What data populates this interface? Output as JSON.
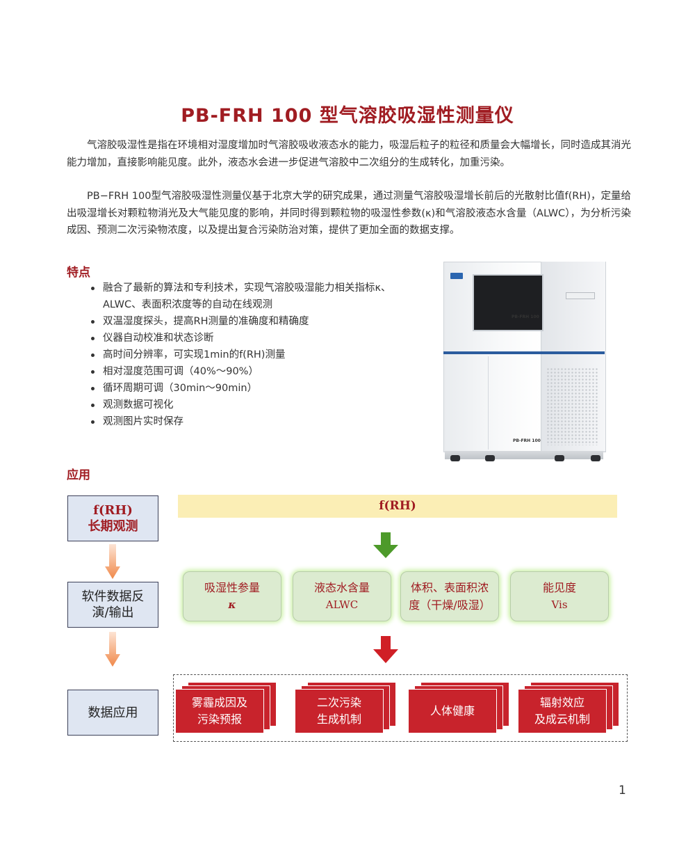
{
  "title": "PB-FRH 100 型气溶胶吸湿性测量仪",
  "intro": [
    "气溶胶吸湿性是指在环境相对湿度增加时气溶胶吸收液态水的能力，吸湿后粒子的粒径和质量会大幅增长，同时造成其消光能力增加，直接影响能见度。此外，液态水会进一步促进气溶胶中二次组分的生成转化，加重污染。",
    "PB−FRH 100型气溶胶吸湿性测量仪基于北京大学的研究成果，通过测量气溶胶吸湿增长前后的光散射比值f(RH)，定量给出吸湿增长对颗粒物消光及大气能见度的影响，并同时得到颗粒物的吸湿性参数(κ)和气溶胶液态水含量（ALWC），为分析污染成因、预测二次污染物浓度，以及提出复合污染防治对策，提供了更加全面的数据支撑。"
  ],
  "features_heading": "特点",
  "features": [
    "融合了最新的算法和专利技术，实现气溶胶吸湿能力相关指标κ、ALWC、表面积浓度等的自动在线观测",
    "双温湿度探头，提高RH测量的准确度和精确度",
    "仪器自动校准和状态诊断",
    "高时间分辨率，可实现1min的f(RH)测量",
    "相对湿度范围可调（40%～90%）",
    "循环周期可调（30min～90min）",
    "观测数据可视化",
    "观测图片实时保存"
  ],
  "machine": {
    "label_top": "PB-FRH 100",
    "label_bottom": "PB-FRH 100"
  },
  "application_heading": "应用",
  "flow": {
    "step1": {
      "fr": "f(RH)",
      "text": "长期观测"
    },
    "step2": {
      "line1": "软件数据反",
      "line2": "演/输出"
    },
    "step3": "数据应用",
    "frh_bar": "f(RH)",
    "params": [
      {
        "name": "吸湿性参量",
        "sub": "κ"
      },
      {
        "name": "液态水含量",
        "sub": "ALWC"
      },
      {
        "name": "体积、表面积浓",
        "sub": "度（干燥/吸湿）"
      },
      {
        "name": "能见度",
        "sub": "Vis"
      }
    ],
    "apps": [
      {
        "line1": "雾霾成因及",
        "line2": "污染预报"
      },
      {
        "line1": "二次污染",
        "line2": "生成机制"
      },
      {
        "line1": "人体健康",
        "line2": ""
      },
      {
        "line1": "辐射效应",
        "line2": "及成云机制"
      }
    ]
  },
  "page_number": "1",
  "colors": {
    "title_red": "#a01c22",
    "label_box_fill": "#dfe6f2",
    "frh_bar_fill": "#fbeeb5",
    "param_box_fill": "#dcebd0",
    "green_arrow": "#4d9a2a",
    "red_arrow": "#d01f26",
    "orange_arrow": "#f0894a",
    "app_red": "#c8232c"
  }
}
